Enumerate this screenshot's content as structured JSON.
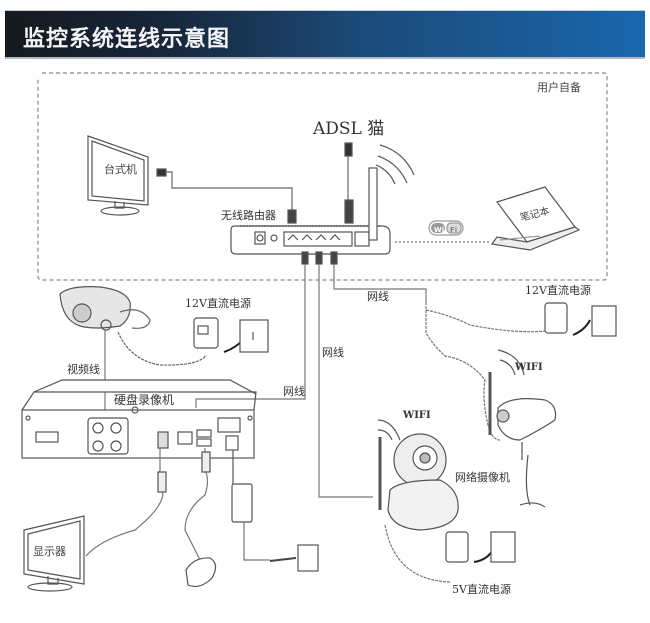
{
  "header": {
    "title": "监控系统连线示意图",
    "gradient_start": "#15191f",
    "gradient_end": "#1a66ad"
  },
  "diagram": {
    "user_provided_label": "用户自备",
    "adsl_modem_label": "ADSL 猫",
    "desktop_label": "台式机",
    "router_label": "无线路由器",
    "laptop_label": "笔记本",
    "wifi_badge_left": "Wi",
    "wifi_badge_right": "Fi",
    "bullet_camera_power_label": "12V直流电源",
    "video_cable_label": "视频线",
    "dvr_label": "硬盘录像机",
    "net_cable_label_1": "网线",
    "net_cable_label_2": "网线",
    "net_cable_label_3": "网线",
    "wifi_camera_power_label": "12V直流电源",
    "wifi_label_outdoor": "WIFI",
    "wifi_label_ptz": "WIFI",
    "ip_camera_label": "网络摄像机",
    "monitor_label": "显示器",
    "ptz_power_label": "5V直流电源"
  }
}
